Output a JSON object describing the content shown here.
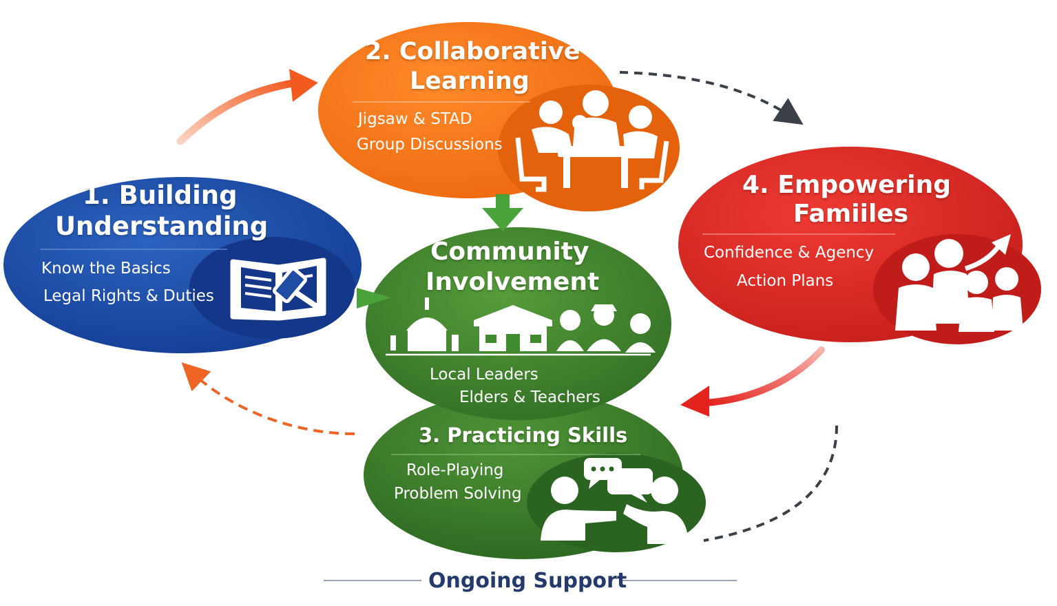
{
  "stages": [
    {
      "title_lines": [
        "1. Building",
        "Understanding"
      ],
      "items": [
        "Know the Basics",
        "Legal Rights & Duties"
      ],
      "color": "#1f4da3",
      "icon": "book-gavel-icon"
    },
    {
      "title_lines": [
        "2. Collaborative",
        "Learning"
      ],
      "items": [
        "Jigsaw & STAD",
        "Group Discussions"
      ],
      "color": "#f07414",
      "icon": "group-table-icon"
    },
    {
      "title_lines": [
        "3. Practicing Skills"
      ],
      "items": [
        "Role-Playing",
        "Problem Solving"
      ],
      "color": "#3f8a2c",
      "icon": "conversation-icon"
    },
    {
      "title_lines": [
        "4. Empowering",
        "Famiiles"
      ],
      "items": [
        "Confidence & Agency",
        "Action Plans"
      ],
      "color": "#d92b26",
      "icon": "family-growth-icon"
    }
  ],
  "center": {
    "title_lines": [
      "Community",
      "Involvement"
    ],
    "items": [
      "Local Leaders",
      "Elders & Teachers"
    ],
    "color": "#3f8a2c",
    "icon": "community-buildings-icon"
  },
  "footer": "Ongoing Support",
  "colors": {
    "orange_arrow": "#f26a2a",
    "red_arrow": "#e3231d",
    "green_arrow": "#4aa33a",
    "dash_dark": "#3a3f48",
    "dash_orange": "#ee6424",
    "footer_text": "#233a6b"
  }
}
